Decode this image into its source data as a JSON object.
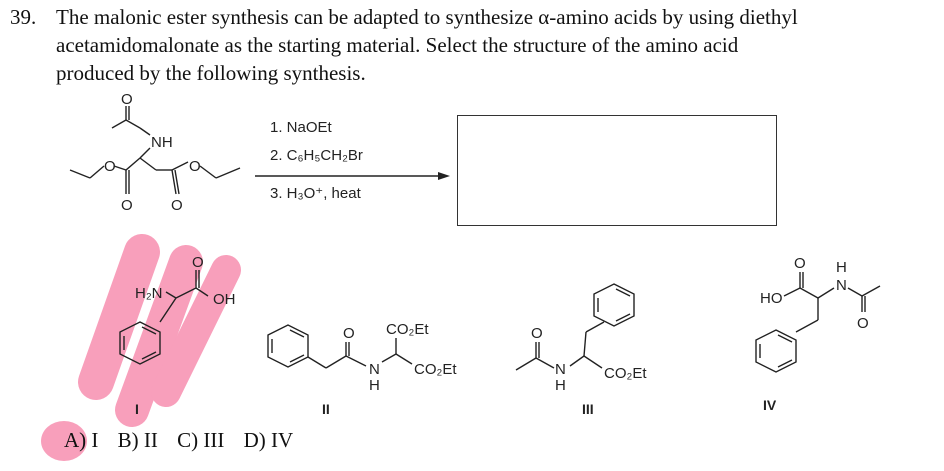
{
  "question": {
    "number": "39.",
    "lines": [
      "The malonic ester synthesis can be adapted to synthesize α-amino acids by using diethyl",
      "acetamidomalonate as the starting material.  Select the structure of the amino acid",
      "produced by the following synthesis."
    ]
  },
  "reaction": {
    "steps": [
      "1. NaOEt",
      "2. C₆H₅CH₂Br",
      "3. H₃O⁺, heat"
    ],
    "start_labels": {
      "nh": "NH",
      "o": "O"
    }
  },
  "structures": {
    "I": {
      "label": "I",
      "h2n": "H₂N",
      "oh": "OH",
      "o": "O"
    },
    "II": {
      "label": "II",
      "o": "O",
      "co2et_top": "CO₂Et",
      "co2et_bottom": "CO₂Et",
      "n": "N",
      "h": "H"
    },
    "III": {
      "label": "III",
      "o": "O",
      "n": "N",
      "h": "H",
      "co2et": "CO₂Et"
    },
    "IV": {
      "label": "IV",
      "ho": "HO",
      "o": "O",
      "h": "H",
      "n": "N"
    }
  },
  "choices": [
    "A) I",
    "B) II",
    "C) III",
    "D) IV"
  ],
  "colors": {
    "highlight": "#f78fb0",
    "ink": "#222222"
  }
}
